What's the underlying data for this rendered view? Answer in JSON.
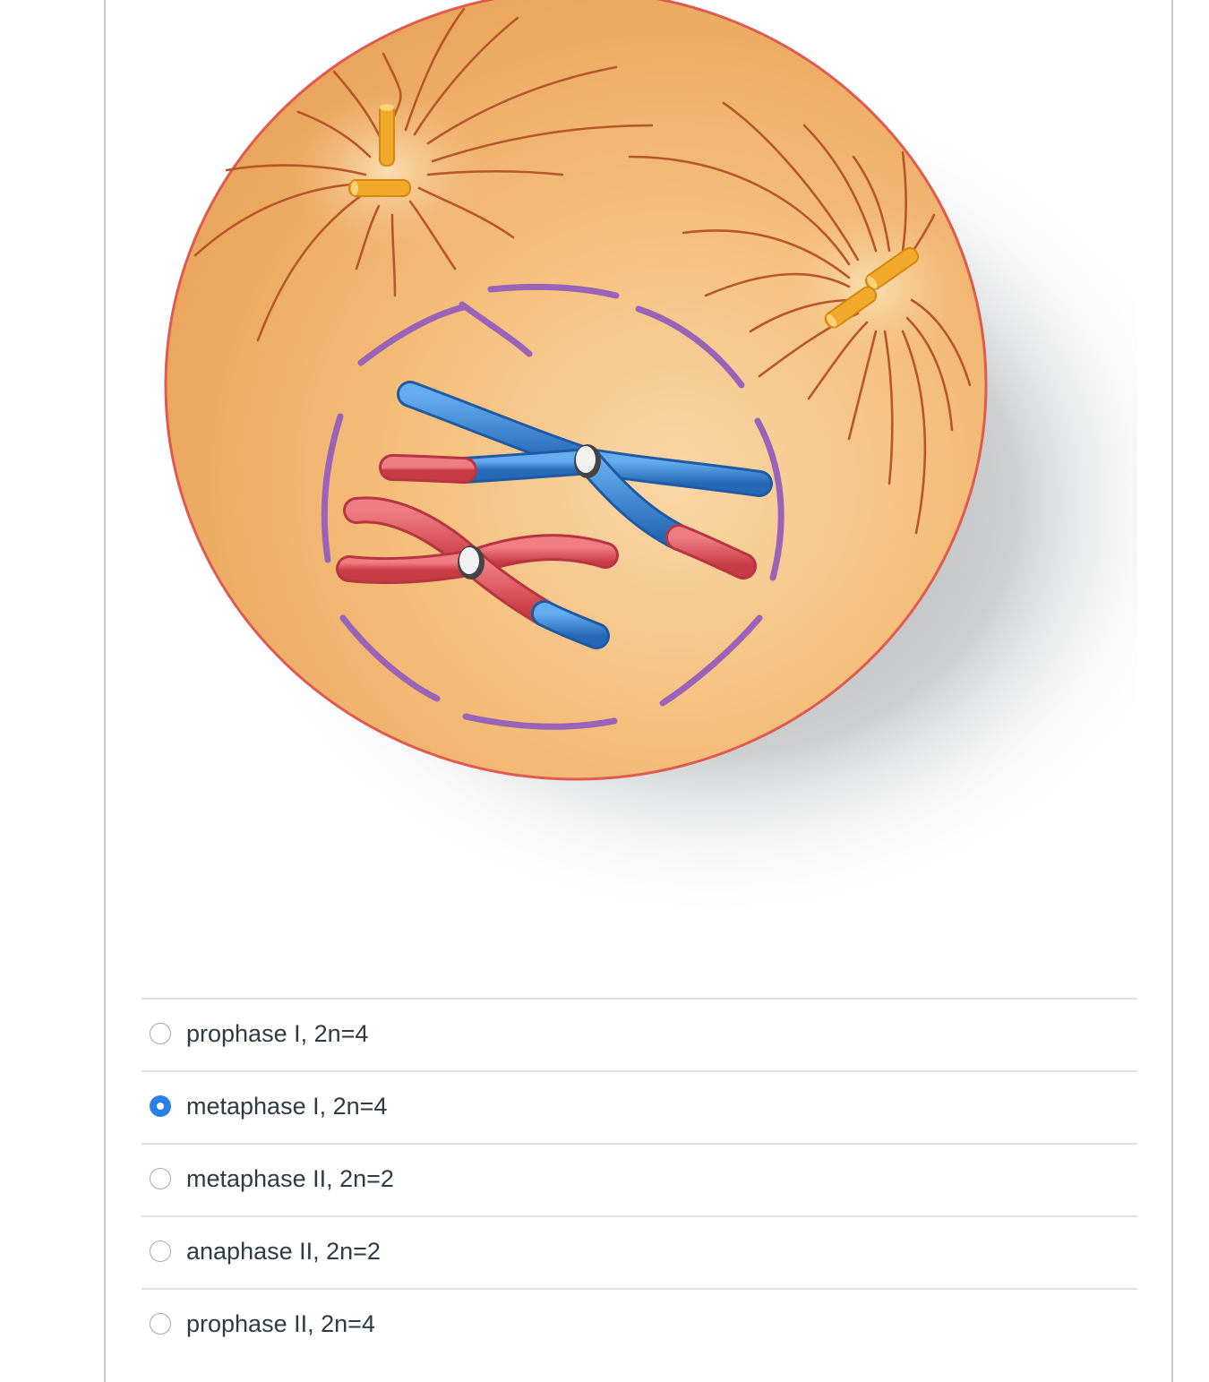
{
  "question": {
    "image": {
      "icon": "meiosis-cell-diagram"
    },
    "answers": [
      {
        "label": "prophase I, 2n=4",
        "selected": false
      },
      {
        "label": "metaphase I, 2n=4",
        "selected": true
      },
      {
        "label": "metaphase II, 2n=2",
        "selected": false
      },
      {
        "label": "anaphase II, 2n=2",
        "selected": false
      },
      {
        "label": "prophase II, 2n=4",
        "selected": false
      }
    ]
  },
  "colors": {
    "radio_selected": "#2b7fe8",
    "cell_fill": "#f2b261",
    "cell_membrane": "#e05a4e",
    "chromosome_blue": "#2f7fd0",
    "chromosome_red": "#e0525a",
    "nuclear_envelope": "#9a63b8"
  }
}
